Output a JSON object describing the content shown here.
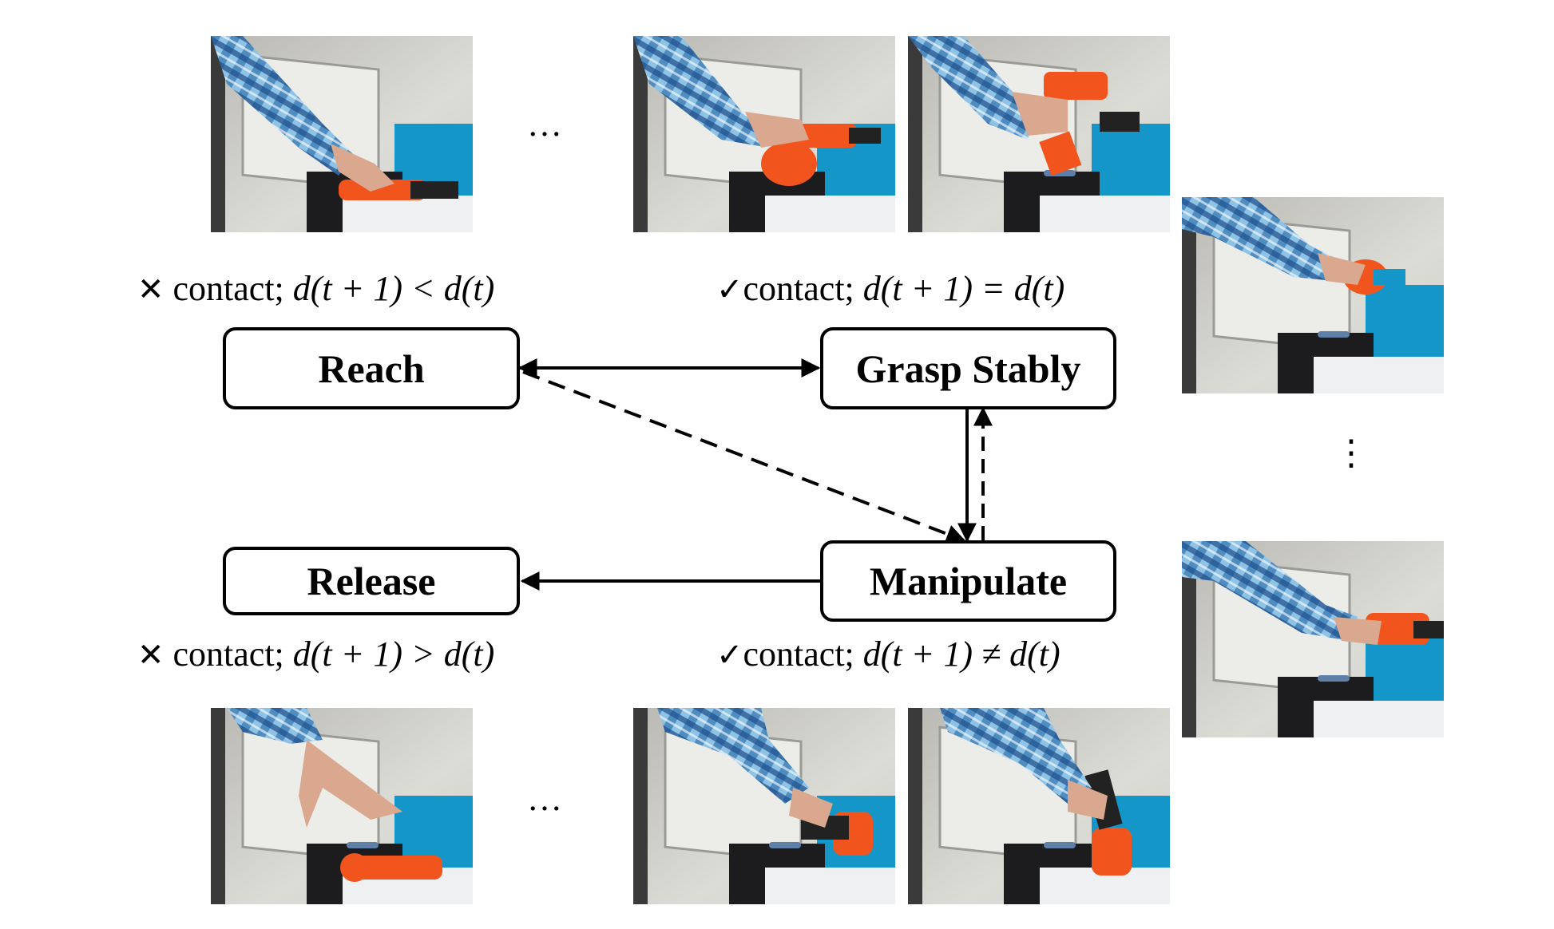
{
  "states": {
    "reach": "Reach",
    "grasp": "Grasp Stably",
    "manipulate": "Manipulate",
    "release": "Release"
  },
  "conditions": {
    "reach": {
      "mark": "✕",
      "text": " contact; ",
      "eq": "d(t + 1) < d(t)"
    },
    "grasp": {
      "mark": "✓",
      "text": "contact; ",
      "eq": "d(t + 1) = d(t)"
    },
    "release": {
      "mark": "✕",
      "text": " contact; ",
      "eq": "d(t + 1) > d(t)"
    },
    "manipulate": {
      "mark": "✓",
      "text": "contact; ",
      "eq": "d(t + 1) ≠ d(t)"
    }
  },
  "ellipsis": {
    "top": "…",
    "bottom": "…",
    "right": "⋮"
  },
  "colors": {
    "drill_orange": "#f2541e",
    "shirt_blue": "#3e7fb8",
    "board_blue": "#1596c9",
    "wall": "#d9d9d4"
  }
}
